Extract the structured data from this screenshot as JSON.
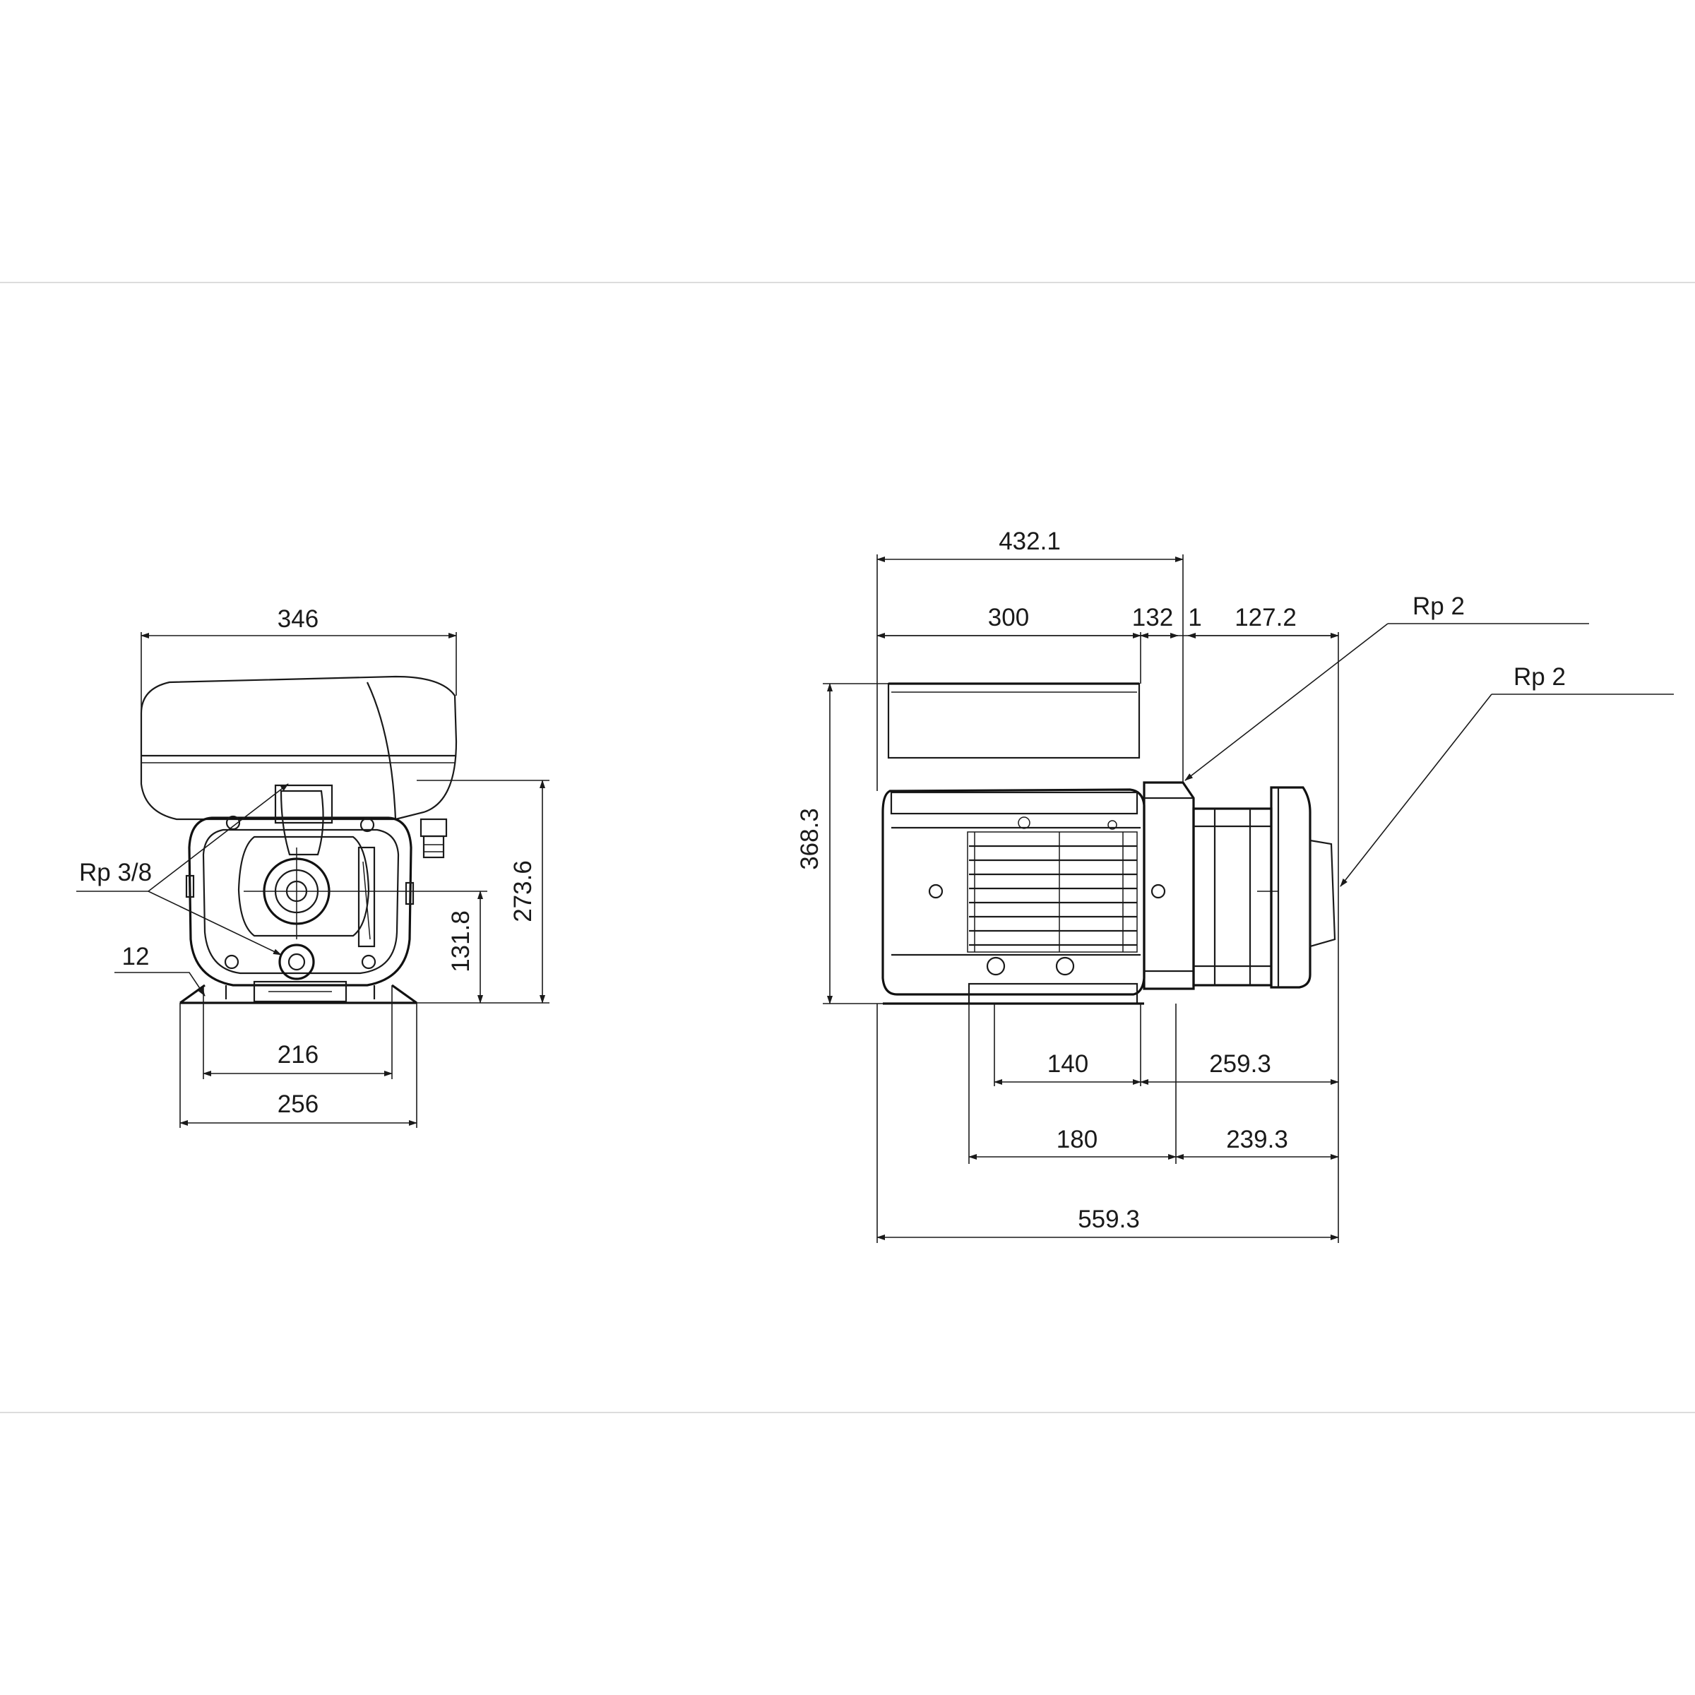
{
  "front_view": {
    "dims": {
      "overall_width": "346",
      "height_to_top": "273.6",
      "shaft_height": "131.8",
      "foot_thickness": "12",
      "foot_hole_spacing": "216",
      "foot_width": "256"
    },
    "callouts": {
      "drain_plug": "Rp 3/8"
    }
  },
  "side_view": {
    "dims": {
      "length_to_flange": "432.1",
      "motor_length": "300",
      "adapter_length": "132",
      "gap": "1",
      "pump_length": "127.2",
      "overall_height": "368.3",
      "foot_hole_spacing": "140",
      "foot_to_outlet": "259.3",
      "foot_length": "180",
      "foot_end_to_outlet": "239.3",
      "overall_length": "559.3"
    },
    "callouts": {
      "outlet": "Rp 2",
      "inlet": "Rp 2"
    }
  }
}
